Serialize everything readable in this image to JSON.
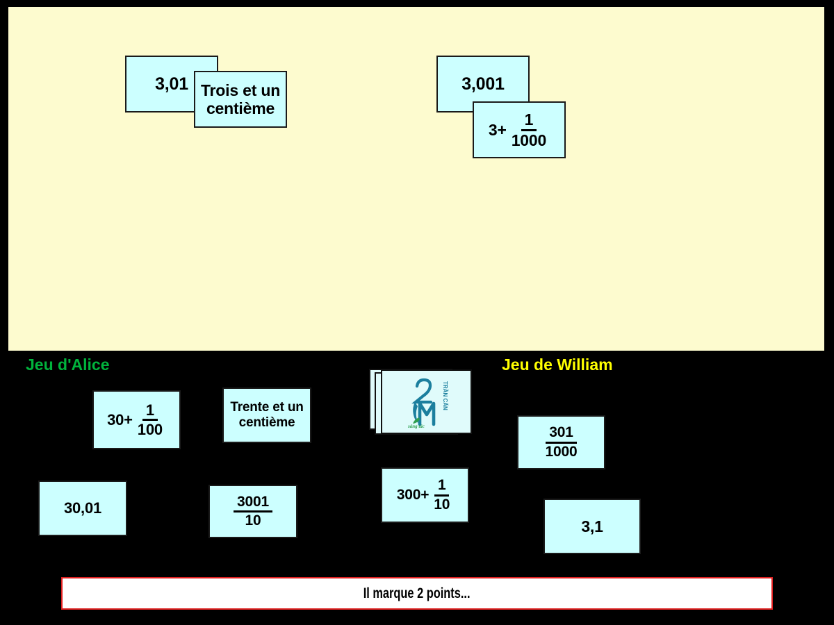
{
  "colors": {
    "background": "#000000",
    "play_area": "#FDFBCF",
    "card_face": "#CCFFFF",
    "card_border": "#1A1A1A",
    "alice_label": "#00B33C",
    "william_label": "#FFFF00",
    "message_border": "#E02020",
    "message_background": "#FFFFFF",
    "logo": "#1B7F9E"
  },
  "play_area": {
    "matched_pairs": [
      {
        "pair_name": "pair-trois-et-un-centieme",
        "card_value": {
          "text": "3,01",
          "kind": "decimal"
        },
        "card_word": {
          "text": "Trois et un centième",
          "kind": "words"
        }
      },
      {
        "pair_name": "pair-trois-et-un-millieme",
        "card_value": {
          "text": "3,001",
          "kind": "decimal"
        },
        "card_fraction": {
          "kind": "fraction",
          "lead": "3+",
          "numerator": "1",
          "denominator": "1000"
        }
      }
    ]
  },
  "players": {
    "alice": {
      "label": "Jeu d'Alice",
      "cards": [
        {
          "name": "alice-card-30-plus-1-sur-100",
          "kind": "fraction",
          "lead": "30+",
          "numerator": "1",
          "denominator": "100"
        },
        {
          "name": "alice-card-trente-et-un-centieme",
          "kind": "words",
          "text": "Trente et un centième"
        },
        {
          "name": "alice-card-30-01",
          "kind": "decimal",
          "text": "30,01"
        },
        {
          "name": "alice-card-3001-sur-10",
          "kind": "fraction",
          "lead": "",
          "numerator": "3001",
          "denominator": "10"
        }
      ]
    },
    "william": {
      "label": "Jeu de William",
      "cards": [
        {
          "name": "william-card-301-sur-1000",
          "kind": "fraction",
          "lead": "",
          "numerator": "301",
          "denominator": "1000"
        },
        {
          "name": "william-card-300-plus-1-sur-10",
          "kind": "fraction",
          "lead": "300+",
          "numerator": "1",
          "denominator": "10"
        },
        {
          "name": "william-card-3-1",
          "kind": "decimal",
          "text": "3,1"
        }
      ]
    }
  },
  "deck": {
    "name": "draw-deck",
    "logo_alt": "2M monogram logo",
    "logo_side_text": "TRẦN CẨN",
    "logo_bottom_text": "sáng tác"
  },
  "message": {
    "text": "Il marque 2 points..."
  }
}
